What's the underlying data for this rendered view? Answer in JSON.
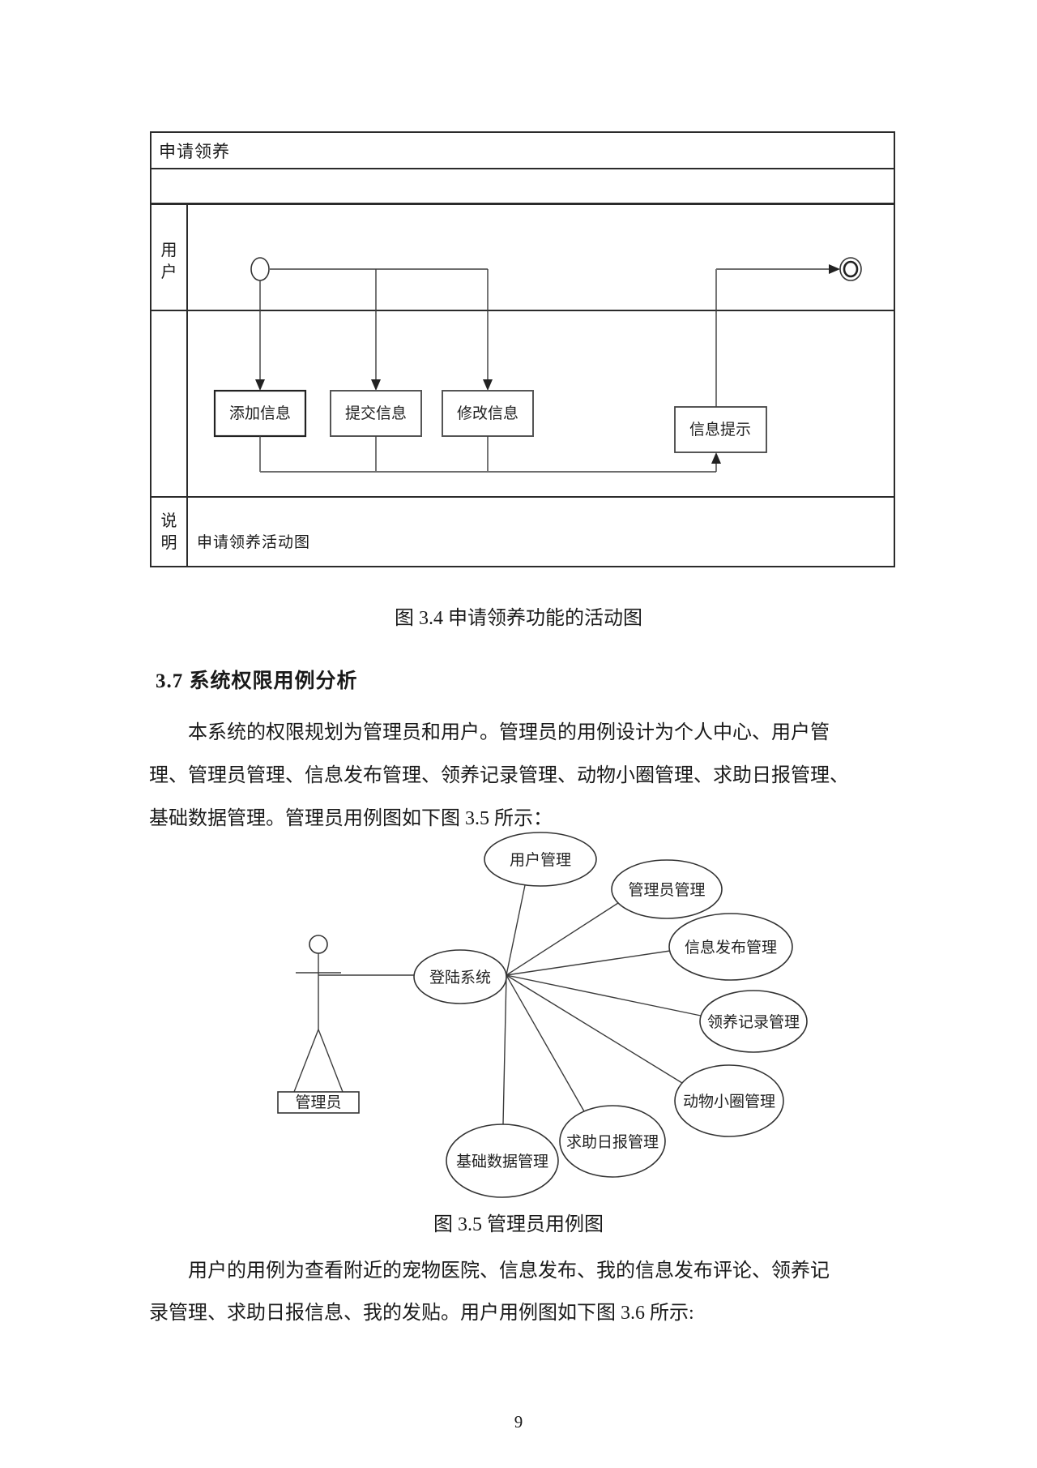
{
  "page_number": "9",
  "activity_diagram": {
    "title": "申请领养",
    "lane_label": "用户",
    "note_label": "说明",
    "note_text": "申请领养活动图",
    "actions": [
      "添加信息",
      "提交信息",
      "修改信息"
    ],
    "prompt_action": "信息提示"
  },
  "caption_fig34": "图 3.4 申请领养功能的活动图",
  "section_heading": "3.7 系统权限用例分析",
  "paragraph1": {
    "line1": "本系统的权限规划为管理员和用户。管理员的用例设计为个人中心、用户管",
    "line2": "理、管理员管理、信息发布管理、领养记录管理、动物小圈管理、求助日报管理、",
    "line3": "基础数据管理。管理员用例图如下图 3.5 所示："
  },
  "use_case_diagram": {
    "actor_label": "管理员",
    "hub_label": "登陆系统",
    "use_cases": [
      "用户管理",
      "管理员管理",
      "信息发布管理",
      "领养记录管理",
      "动物小圈管理",
      "求助日报管理",
      "基础数据管理"
    ]
  },
  "caption_fig35": "图 3.5 管理员用例图",
  "paragraph2": {
    "line1": "用户的用例为查看附近的宠物医院、信息发布、我的信息发布评论、领养记",
    "line2": "录管理、求助日报信息、我的发贴。用户用例图如下图 3.6 所示:"
  }
}
